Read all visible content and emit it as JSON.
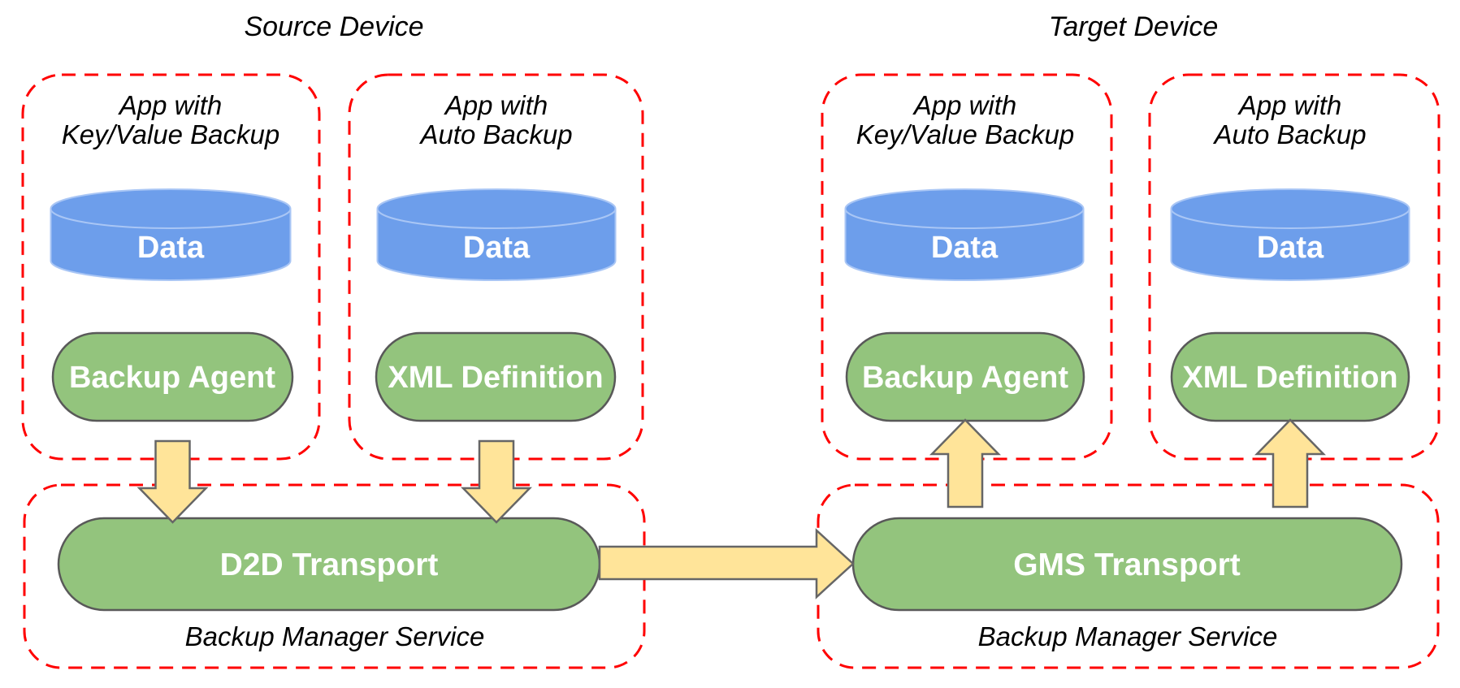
{
  "colors": {
    "boundary_dash": "#FF0000",
    "cylinder_fill": "#6D9EEB",
    "cylinder_stroke": "#A9C6F5",
    "pill_fill": "#93C47D",
    "pill_stroke": "#595959",
    "arrow_fill": "#FFE499",
    "arrow_stroke": "#666666",
    "text_dark": "#000000",
    "text_light": "#FFFFFF"
  },
  "source": {
    "title": "Source Device",
    "apps": [
      {
        "line1": "App with",
        "line2": "Key/Value Backup",
        "data": "Data",
        "component": "Backup Agent"
      },
      {
        "line1": "App with",
        "line2": "Auto Backup",
        "data": "Data",
        "component": "XML Definition"
      }
    ],
    "service": {
      "transport": "D2D Transport",
      "label": "Backup Manager Service"
    }
  },
  "target": {
    "title": "Target Device",
    "apps": [
      {
        "line1": "App with",
        "line2": "Key/Value Backup",
        "data": "Data",
        "component": "Backup Agent"
      },
      {
        "line1": "App with",
        "line2": "Auto Backup",
        "data": "Data",
        "component": "XML Definition"
      }
    ],
    "service": {
      "transport": "GMS Transport",
      "label": "Backup Manager Service"
    }
  }
}
